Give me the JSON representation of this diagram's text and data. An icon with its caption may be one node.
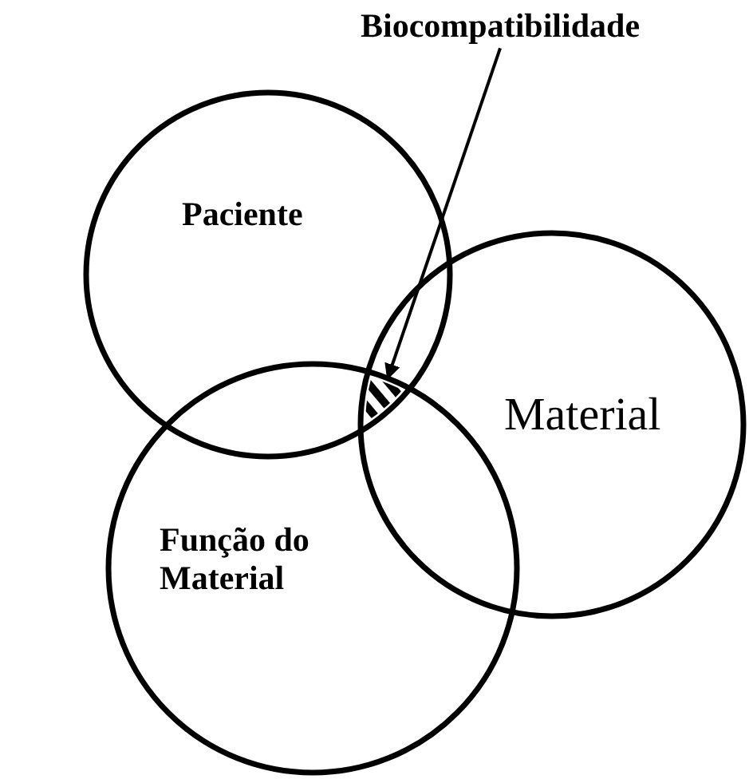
{
  "diagram": {
    "nodes": [
      {
        "text": [
          "Biocompatibilidade"
        ]
      },
      {
        "text": [
          "Paciente"
        ]
      },
      {
        "text": [
          "Material"
        ]
      },
      {
        "text": [
          "Função do Material"
        ]
      },
      {
        "text": [],
        "shape": "area"
      }
    ],
    "edges": [
      {
        "from": 0,
        "to": 4,
        "arrow": "to"
      }
    ]
  }
}
